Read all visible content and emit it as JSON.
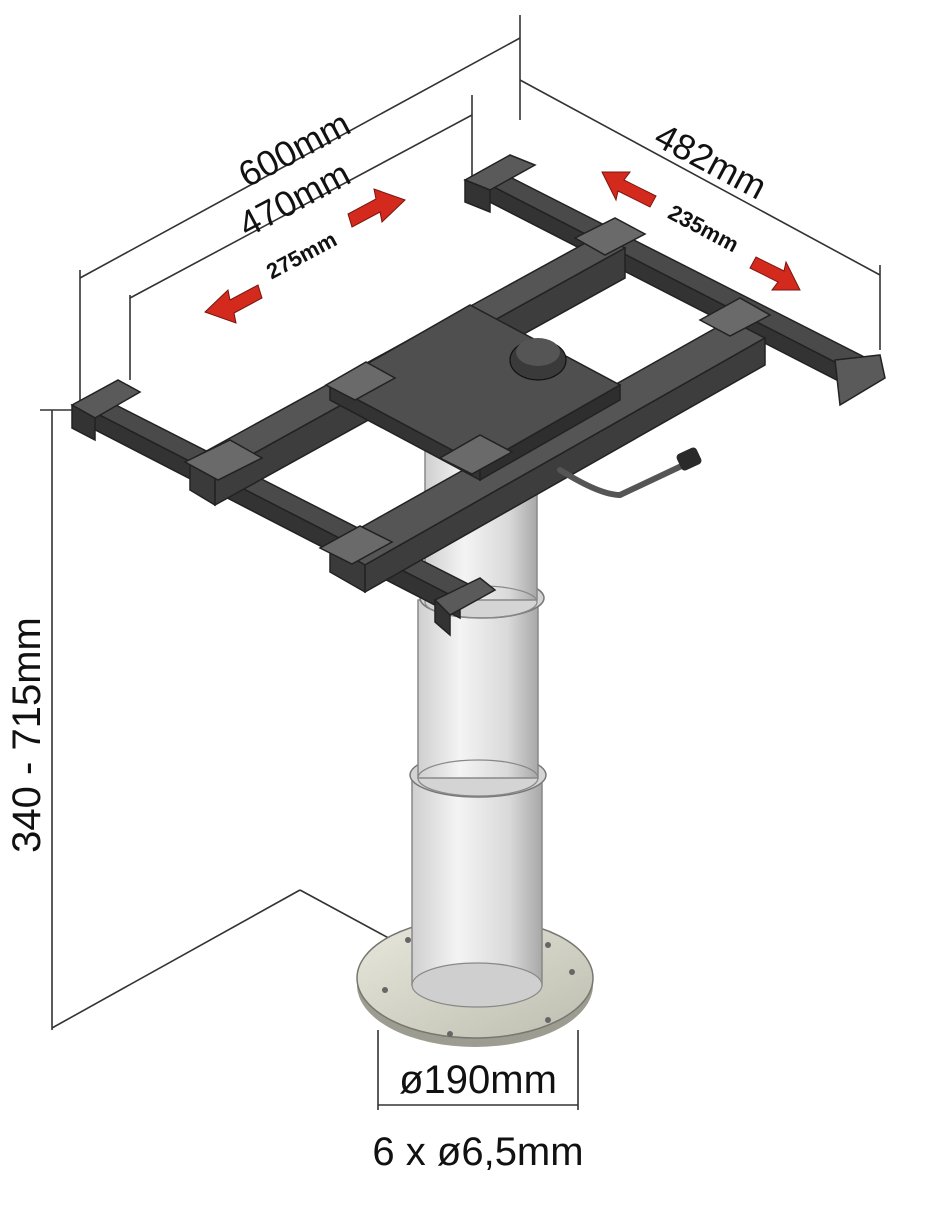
{
  "dimensions": {
    "width_outer": "600mm",
    "width_inner": "470mm",
    "width_slide": "275mm",
    "depth_outer": "482mm",
    "depth_slide": "235mm",
    "height_range": "340 - 715mm",
    "base_diameter": "ø190mm",
    "mounting_holes": "6 x ø6,5mm"
  },
  "colors": {
    "frame": "#3e3e3e",
    "frame_light": "#5a5a5a",
    "column": "#e6e6e6",
    "column_shade": "#b9b9b9",
    "base": "#d8d8cc",
    "arrow": "#d42a1e",
    "line": "#333333"
  }
}
